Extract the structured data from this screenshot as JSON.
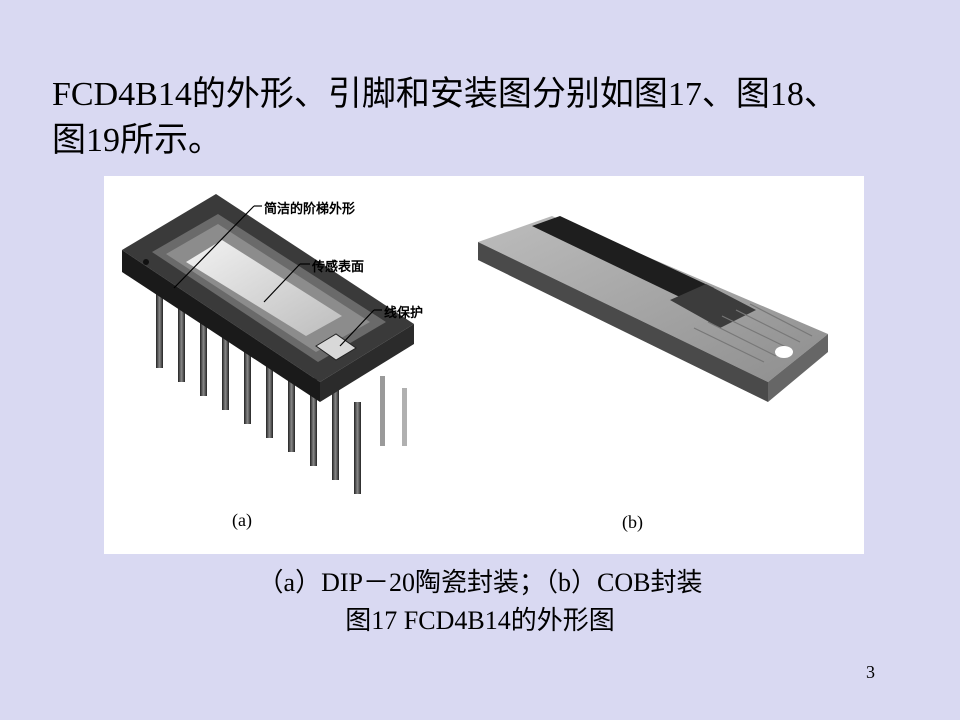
{
  "slide": {
    "heading_line1": "FCD4B14的外形、引脚和安装图分别如图17、图18、",
    "heading_line2": "图19所示。",
    "figure": {
      "callouts": [
        "简洁的阶梯外形",
        "传感表面",
        "线保护"
      ],
      "sub_a_label": "(a)",
      "sub_b_label": "(b)"
    },
    "caption_line1": "（a）DIP－20陶瓷封装；（b）COB封装",
    "caption_line2": "图17  FCD4B14的外形图",
    "page_number": "3"
  }
}
